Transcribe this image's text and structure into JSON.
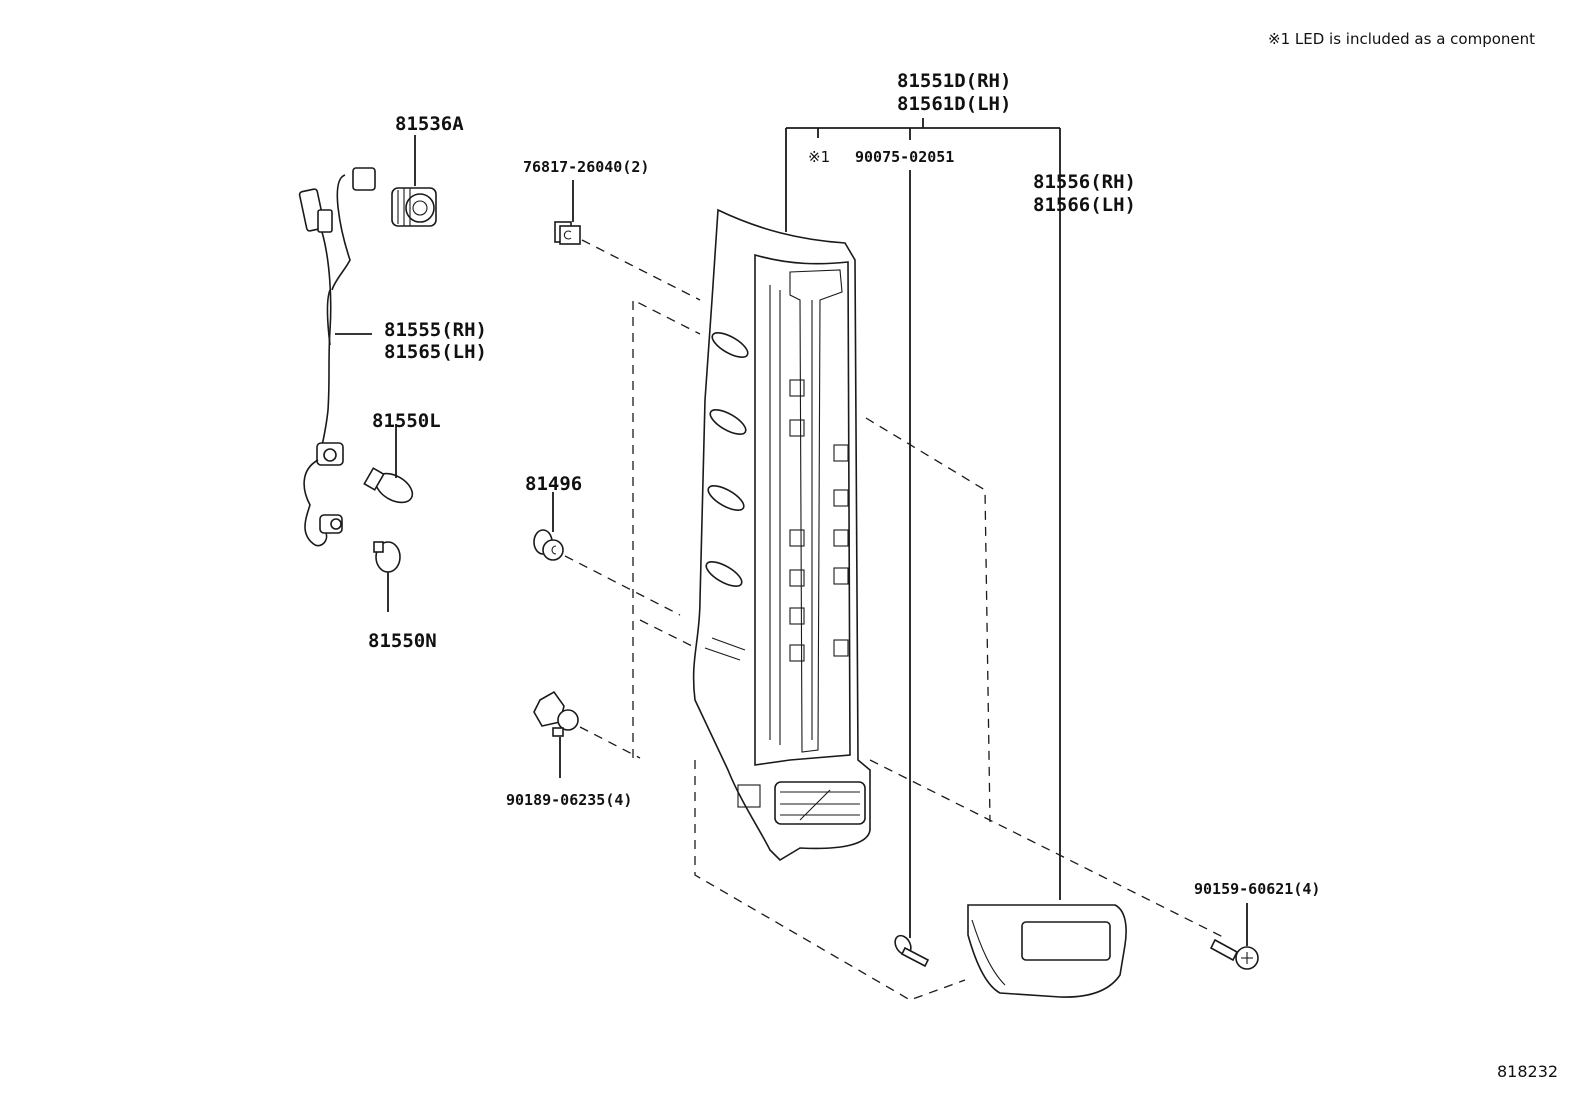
{
  "note": "※1 LED is included as a component",
  "diagram_code": "818232",
  "parts": {
    "bulb_socket": "81536A",
    "wire_rh": "81555(RH)",
    "wire_lh": "81565(LH)",
    "bulb_l": "81550L",
    "bulb_n": "81550N",
    "cushion": "76817-26040(2)",
    "clip": "81496",
    "nut": "90189-06235(4)",
    "lamp_rh": "81551D(RH)",
    "lamp_lh": "81561D(LH)",
    "led_mark": "※1",
    "screw_main": "90075-02051",
    "lens_rh": "81556(RH)",
    "lens_lh": "81566(LH)",
    "screw_small": "90159-60621(4)"
  }
}
